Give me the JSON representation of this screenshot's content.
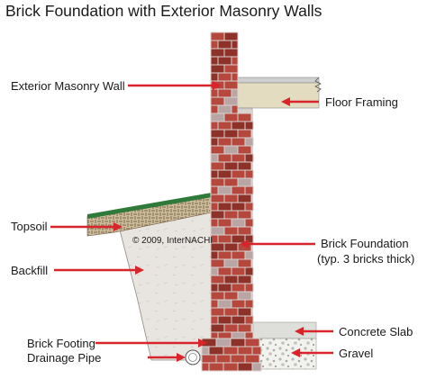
{
  "title": "Brick Foundation with Exterior Masonry Walls",
  "labels": {
    "exterior_wall": "Exterior Masonry Wall",
    "floor_framing": "Floor Framing",
    "topsoil": "Topsoil",
    "brick_foundation_1": "Brick Foundation",
    "brick_foundation_2": "(typ. 3 bricks thick)",
    "backfill": "Backfill",
    "concrete_slab": "Concrete Slab",
    "brick_footing": "Brick Footing",
    "gravel": "Gravel",
    "drainage_pipe": "Drainage Pipe"
  },
  "copyright": "© 2009, InterNACHI",
  "colors": {
    "brick_red": "#b5473d",
    "brick_dark": "#8e3129",
    "brick_grey": "#b9a6a4",
    "mortar": "#d9d2cf",
    "arrow": "#d8242b",
    "floor": "#e3dcc0",
    "topsoil_green": "#2f7a3a",
    "soil": "#c9b89a",
    "backfill": "#e7e4df",
    "slab": "#dededa",
    "gravel": "#f1f1ee"
  }
}
